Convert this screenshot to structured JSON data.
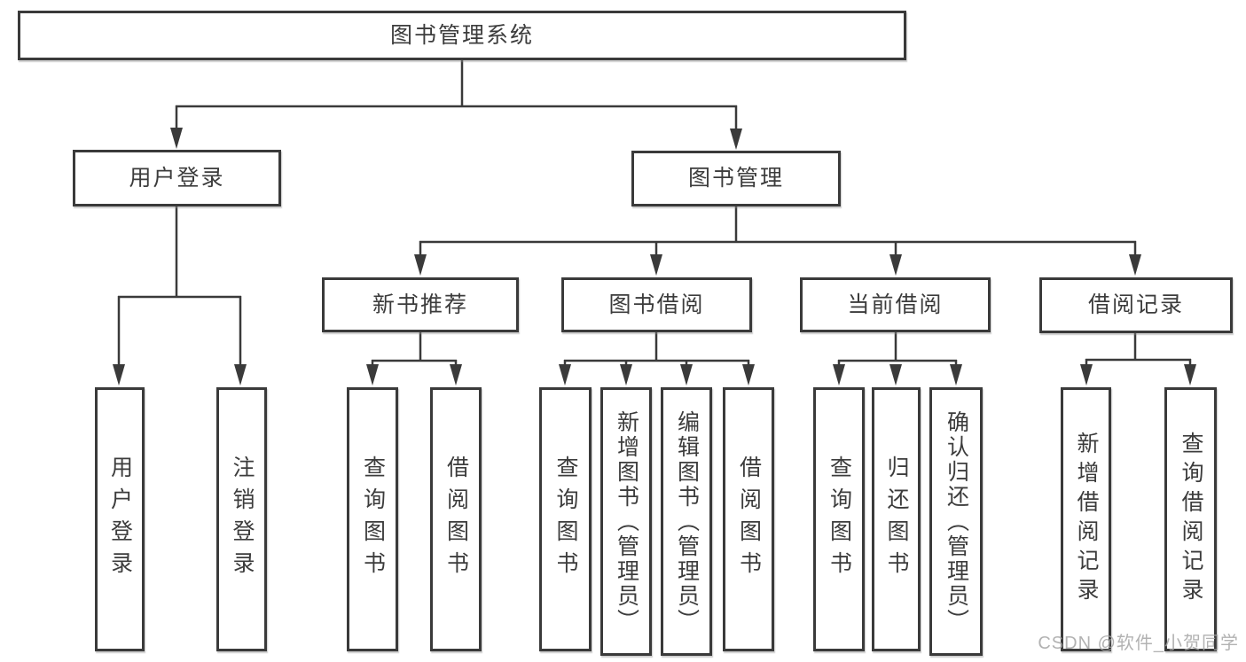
{
  "title_box": {
    "label": "图书管理系统"
  },
  "level1": {
    "user_login": {
      "label": "用户登录"
    },
    "book_management": {
      "label": "图书管理"
    }
  },
  "groups": {
    "new_book": {
      "label": "新书推荐"
    },
    "book_borrow": {
      "label": "图书借阅"
    },
    "current_borrow": {
      "label": "当前借阅"
    },
    "borrow_record": {
      "label": "借阅记录"
    }
  },
  "leaves": {
    "user_login_leaf": "用户登录",
    "logout": "注销登录",
    "nb_query": "查询图书",
    "nb_borrow": "借阅图书",
    "bb_query": "查询图书",
    "bb_add": "新增图书（管理员）",
    "bb_edit": "编辑图书（管理员）",
    "bb_borrow": "借阅图书",
    "cb_query": "查询图书",
    "cb_return": "归还图书",
    "cb_confirm": "确认归还（管理员）",
    "br_add": "新增借阅记录",
    "br_query": "查询借阅记录"
  },
  "watermark": "CSDN @软件_小贺同学",
  "colors": {
    "line": "#3a3a3a",
    "text": "#3c3c3c",
    "watermark": "#a4a4a4",
    "background": "#ffffff"
  }
}
